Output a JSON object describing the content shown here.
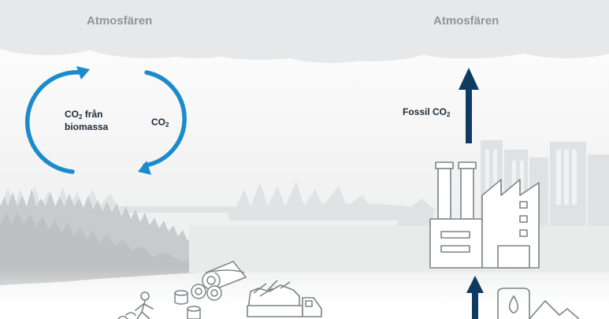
{
  "labels": {
    "atmosphere_left": "Atmosfären",
    "atmosphere_right": "Atmosfären",
    "bio_prefix": "CO",
    "bio_sub": "2",
    "bio_suffix": " från",
    "bio_line2": "biomassa",
    "co2_prefix": "CO",
    "co2_sub": "2",
    "fossil_prefix": "Fossil CO",
    "fossil_sub": "2"
  },
  "colors": {
    "cycle_arrow": "#1b8bcc",
    "fossil_arrow": "#0e3b62",
    "cloud": "#e7e8e9",
    "forest": "#c9cacb",
    "outline": "#7d8488"
  },
  "icons": [
    "cloud-icon",
    "circular-arrow-icon",
    "up-arrow-icon",
    "forest-icon",
    "factory-icon",
    "city-skyline-icon",
    "truck-icon",
    "logs-icon",
    "tree-stump-icon",
    "person-icon",
    "oil-drop-icon"
  ]
}
